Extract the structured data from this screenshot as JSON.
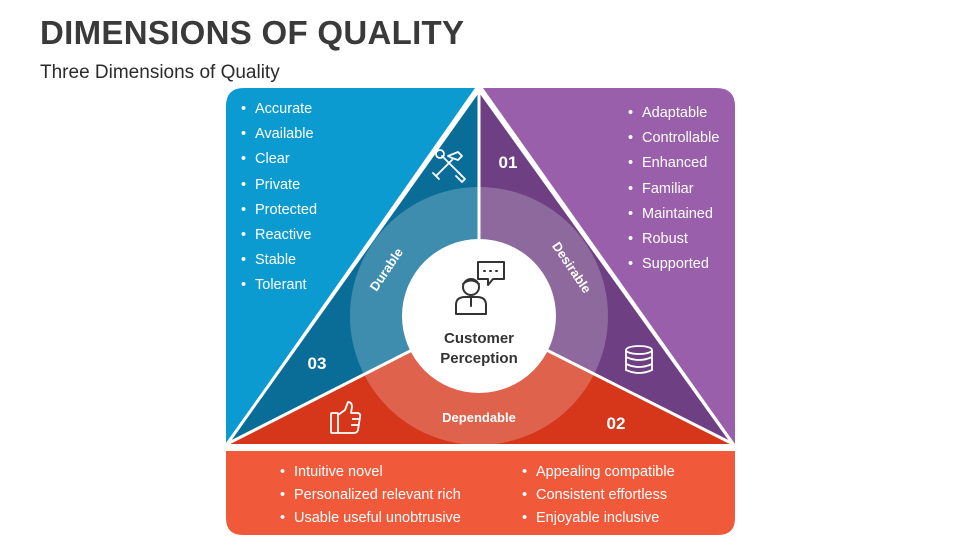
{
  "slide": {
    "title": "DIMENSIONS OF QUALITY",
    "subtitle": "Three Dimensions of Quality"
  },
  "center": {
    "line1": "Customer",
    "line2": "Perception",
    "icon": "customer-chat-icon"
  },
  "segments": [
    {
      "key": "desirable",
      "label": "Desirable",
      "number": "01",
      "icon": "database-icon",
      "items": [
        "Adaptable",
        "Controllable",
        "Enhanced",
        "Familiar",
        "Maintained",
        "Robust",
        "Supported"
      ]
    },
    {
      "key": "dependable",
      "label": "Dependable",
      "number": "02",
      "icon": "thumbs-up-icon",
      "items_left": [
        "Intuitive novel",
        "Personalized relevant rich",
        "Usable useful unobtrusive"
      ],
      "items_right": [
        "Appealing compatible",
        "Consistent effortless",
        "Enjoyable inclusive"
      ]
    },
    {
      "key": "durable",
      "label": "Durable",
      "number": "03",
      "icon": "tools-icon",
      "items": [
        "Accurate",
        "Available",
        "Clear",
        "Private",
        "Protected",
        "Reactive",
        "Stable",
        "Tolerant"
      ]
    }
  ],
  "colors": {
    "blue": "#0b9bd0",
    "blue_dark": "#0a6d98",
    "purple": "#9a5fab",
    "purple_dark": "#6e3f82",
    "orange": "#f05a3a",
    "red": "#d6361a",
    "ring": "#ffffff"
  }
}
